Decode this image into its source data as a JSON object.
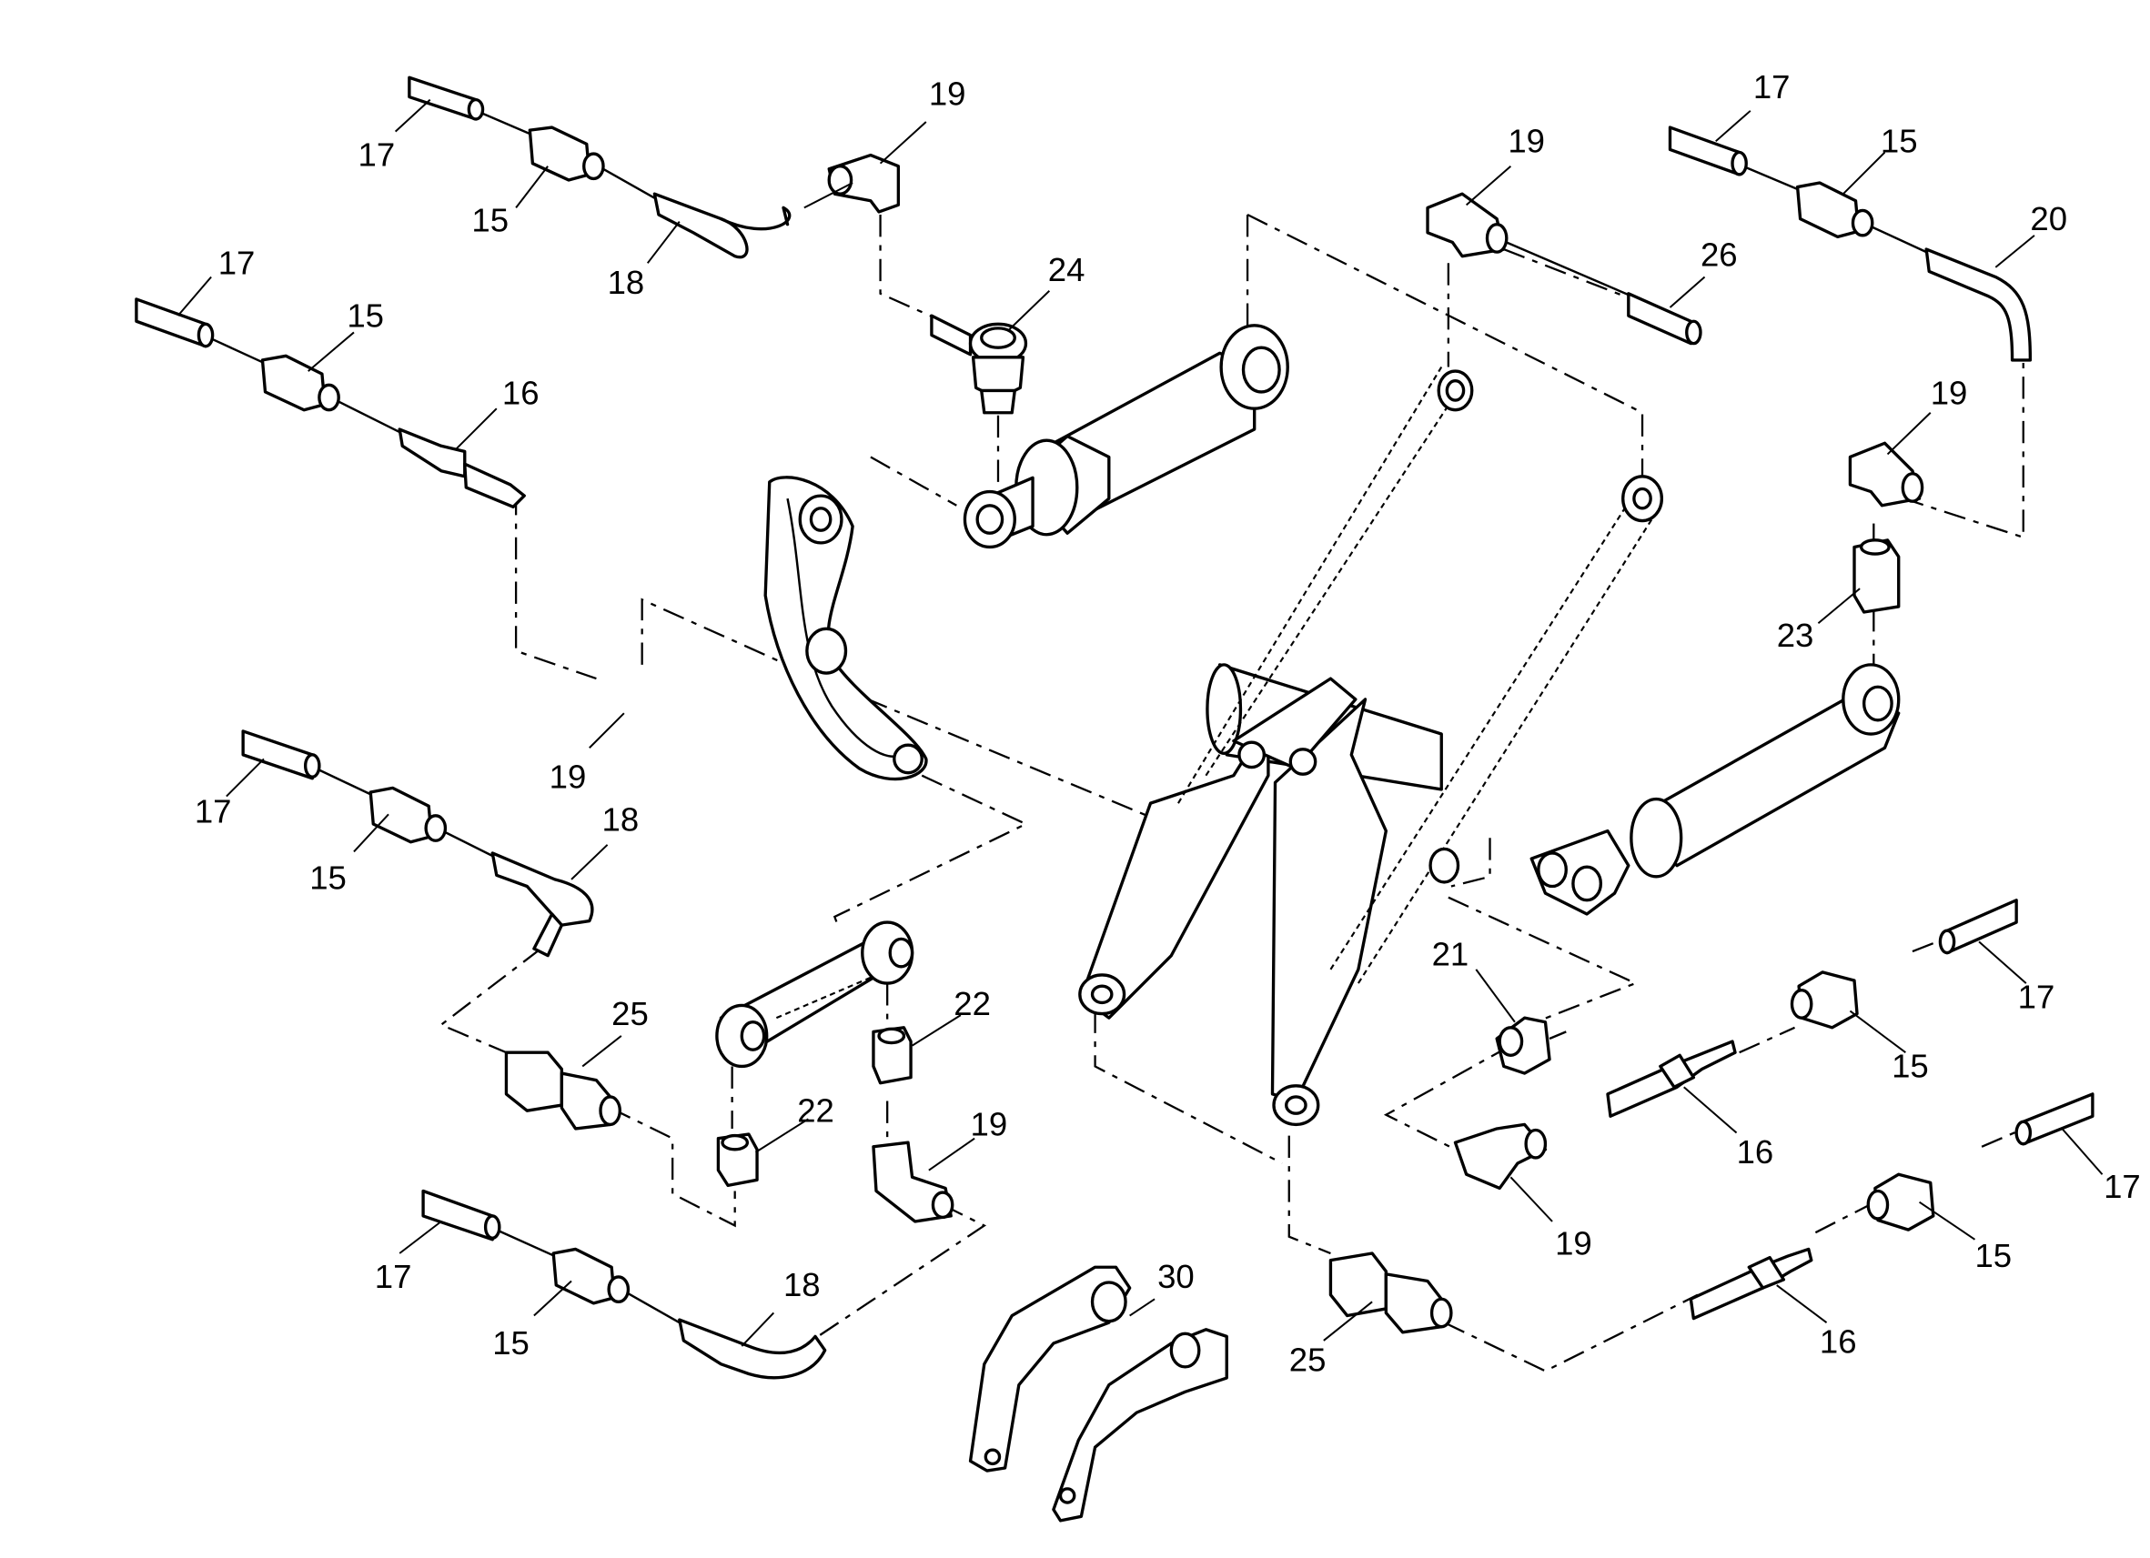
{
  "labels": {
    "c1_17": "17",
    "c1_15": "15",
    "c1_18": "18",
    "c1_19": "19",
    "c2_17": "17",
    "c2_15": "15",
    "c2_16": "16",
    "c2_24": "24",
    "c2_19": "19",
    "c3_17": "17",
    "c3_15": "15",
    "c3_18": "18",
    "c4_17": "17",
    "c4_15": "15",
    "c4_18": "18",
    "c5_25": "25",
    "c5_22a": "22",
    "c5_22b": "22",
    "c5_19": "19",
    "c6_30": "30",
    "c7_19": "19",
    "c7_26": "26",
    "c8_17": "17",
    "c8_15": "15",
    "c8_20": "20",
    "c8_19": "19",
    "c8_23": "23",
    "c9_21": "21",
    "c9_17": "17",
    "c9_15": "15",
    "c9_16": "16",
    "c9_19": "19",
    "c10_17": "17",
    "c10_15": "15",
    "c10_16": "16",
    "c10_25": "25"
  }
}
